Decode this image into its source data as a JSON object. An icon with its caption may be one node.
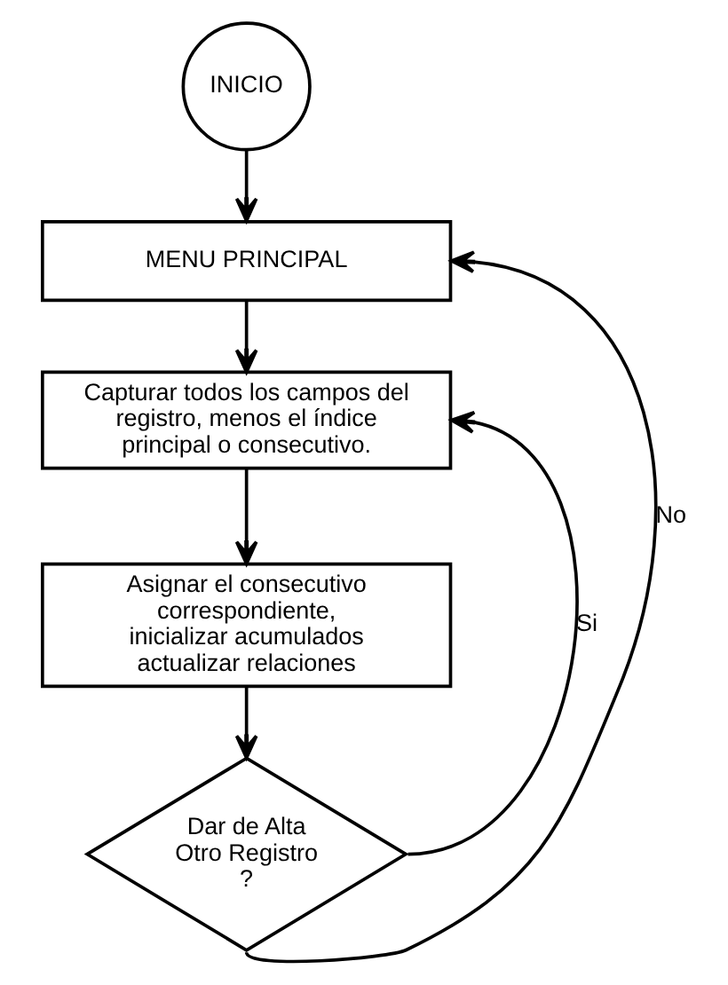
{
  "diagram": {
    "nodes": [
      {
        "text": [
          "INICIO"
        ]
      },
      {
        "text": [
          "MENU PRINCIPAL"
        ]
      },
      {
        "text": [
          "Capturar todos los campos del registro, menos el índice principal o consecutivo."
        ]
      },
      {
        "text": [
          "Asignar el consecutivo correspondiente, inicializar acumulados actualizar relaciones"
        ]
      },
      {
        "text": [
          "Dar de Alta Otro Registro",
          "?"
        ]
      }
    ],
    "edges": [
      {
        "from": 0,
        "to": 1,
        "arrow": "to"
      },
      {
        "from": 1,
        "to": 2,
        "arrow": "to"
      },
      {
        "from": 2,
        "to": 3,
        "arrow": "to"
      },
      {
        "from": 3,
        "to": 4,
        "arrow": "to"
      },
      {
        "from": 4,
        "to": 2,
        "label": "Si",
        "arrow": "to"
      },
      {
        "from": 4,
        "to": 1,
        "label": "No",
        "arrow": "to"
      }
    ]
  }
}
